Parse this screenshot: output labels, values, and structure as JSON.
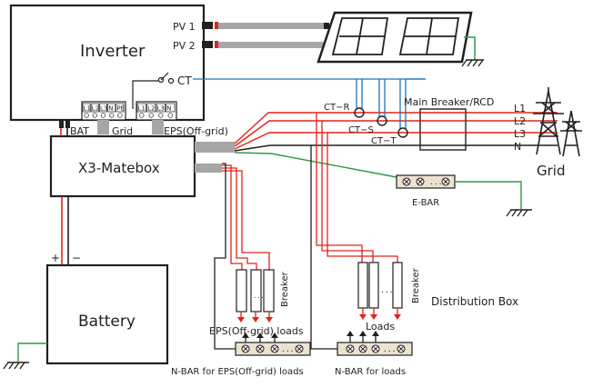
{
  "labels": {
    "inverter": "Inverter",
    "pv1": "PV 1",
    "pv2": "PV 2",
    "ct": "CT",
    "bat": "BAT",
    "grid_port": "Grid",
    "eps_port": "EPS(Off-grid)",
    "matebox": "X3-Matebox",
    "battery": "Battery",
    "plus": "+",
    "minus": "−",
    "ct_r": "CT−R",
    "ct_s": "CT−S",
    "ct_t": "CT−T",
    "main_breaker": "Main Breaker/RCD",
    "l1": "L1",
    "l2": "L2",
    "l3": "L3",
    "n": "N",
    "grid": "Grid",
    "ebar": "E-BAR",
    "breaker_eps": "Breaker",
    "breaker_loads": "Breaker",
    "dots_eps": "...",
    "dots_loads": "...",
    "distribution_box": "Distribution Box",
    "eps_loads": "EPS(Off-grid) loads",
    "loads": "Loads",
    "nbar_eps": "N-BAR for EPS(Off-grid) loads",
    "nbar_loads": "N-BAR for loads"
  },
  "terminals": {
    "grid": [
      "L1",
      "L2",
      "L3",
      "N",
      "PE"
    ],
    "eps": [
      "L1",
      "L2",
      "L3",
      "N"
    ]
  },
  "colors": {
    "line": "#231f20",
    "phase": "#e2231a",
    "ct_wire": "#1f74b7",
    "earth": "#2d9b48",
    "cable": "#a6a6a6",
    "bar_fill": "#eae3cf"
  }
}
